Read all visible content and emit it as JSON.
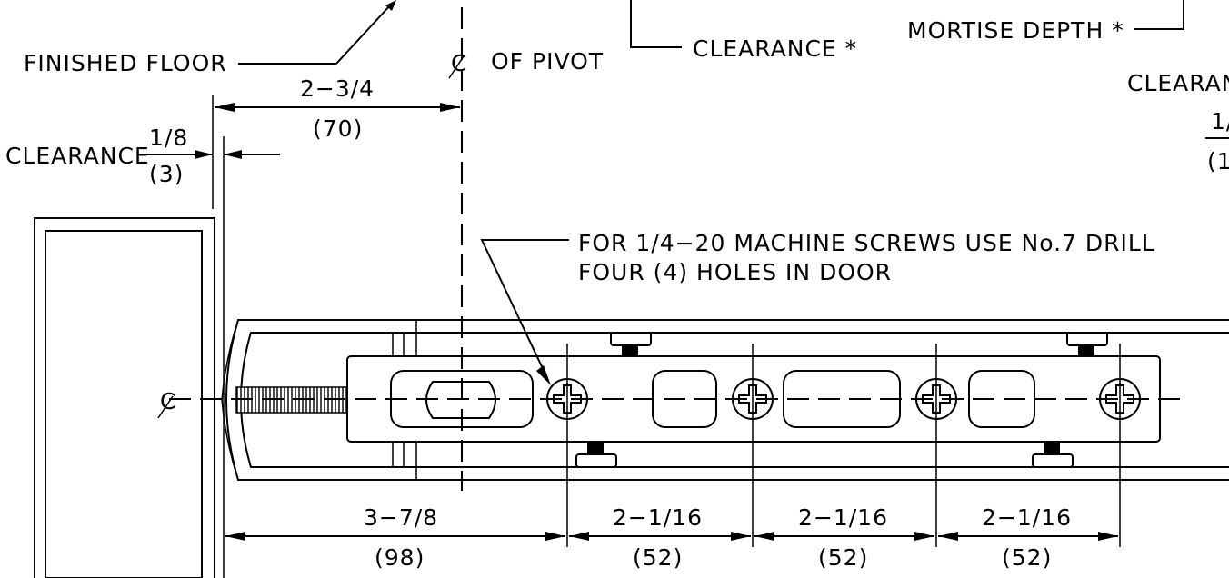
{
  "labels": {
    "finished_floor": "FINISHED FLOOR",
    "cl_pivot_symbol": "C",
    "cl_pivot": "OF PIVOT",
    "clearance_top": "CLEARANCE *",
    "mortise_depth": "MORTISE DEPTH *",
    "clearance_right": "CLEARAN",
    "clearance_left": "CLEARANCE",
    "screw_note_line1": "FOR 1/4−20 MACHINE SCREWS USE No.7 DRILL",
    "screw_note_line2": "FOUR (4) HOLES IN DOOR",
    "cl_left_symbol": "C"
  },
  "dimensions": {
    "pivot_offset": {
      "imperial": "2−3/4",
      "metric": "(70)"
    },
    "clearance": {
      "imperial": "1/8",
      "metric": "(3)"
    },
    "right_partial": {
      "imperial": "1/",
      "metric": "(1"
    },
    "bottom": [
      {
        "imperial": "3−7/8",
        "metric": "(98)"
      },
      {
        "imperial": "2−1/16",
        "metric": "(52)"
      },
      {
        "imperial": "2−1/16",
        "metric": "(52)"
      },
      {
        "imperial": "2−1/16",
        "metric": "(52)"
      }
    ]
  }
}
